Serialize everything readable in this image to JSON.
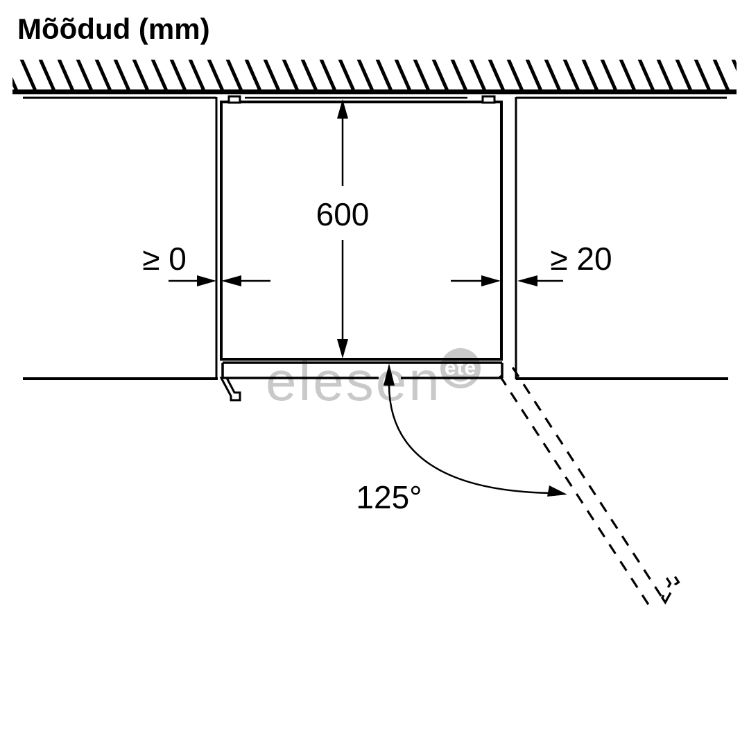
{
  "title": "Mõõdud (mm)",
  "diagram": {
    "depth_dimension": "600",
    "left_clearance": "≥ 0",
    "right_clearance": "≥ 20",
    "door_opening_angle": "125°"
  },
  "watermark": {
    "text": "elesen",
    "badge_text": "ete"
  },
  "colors": {
    "ink": "#000000",
    "watermark": "#c9c9c9",
    "background": "#ffffff"
  }
}
